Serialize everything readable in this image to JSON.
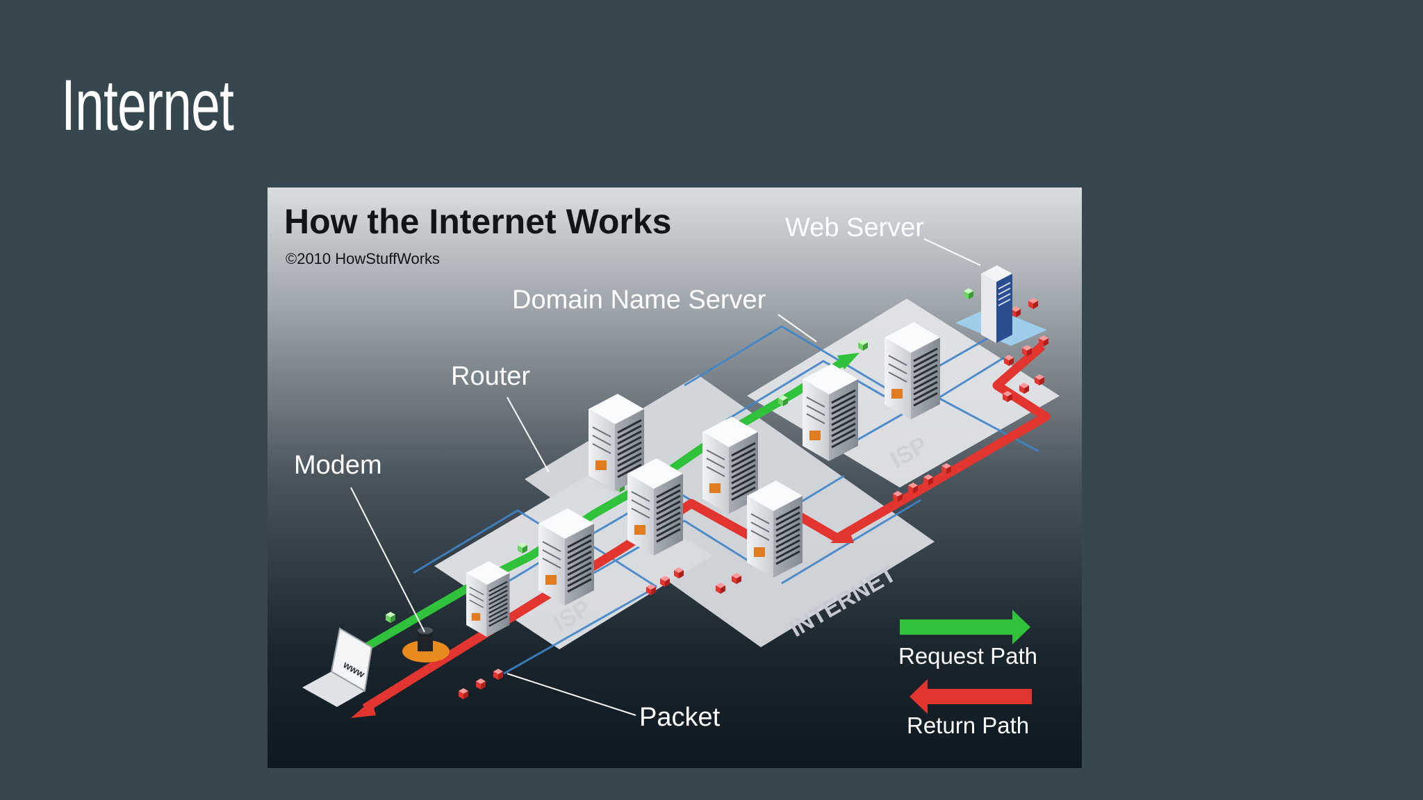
{
  "slide": {
    "title": "Internet"
  },
  "diagram": {
    "title": "How the Internet Works",
    "copyright": "©2010 HowStuffWorks",
    "labels": {
      "web_server": "Web Server",
      "dns": "Domain Name Server",
      "router": "Router",
      "modem": "Modem",
      "packet": "Packet"
    },
    "laptop_label": "www",
    "platform_labels": {
      "isp_left": "ISP",
      "internet": "INTERNET",
      "isp_right": "ISP"
    },
    "legend": {
      "request": "Request Path",
      "return": "Return Path"
    },
    "colors": {
      "request": "#2fc23a",
      "return": "#e2352f",
      "platform": "#e3e5e8",
      "network_line": "#3f84c9",
      "background_top": "#d9dcdf",
      "background_bottom": "#0f1a22"
    }
  }
}
